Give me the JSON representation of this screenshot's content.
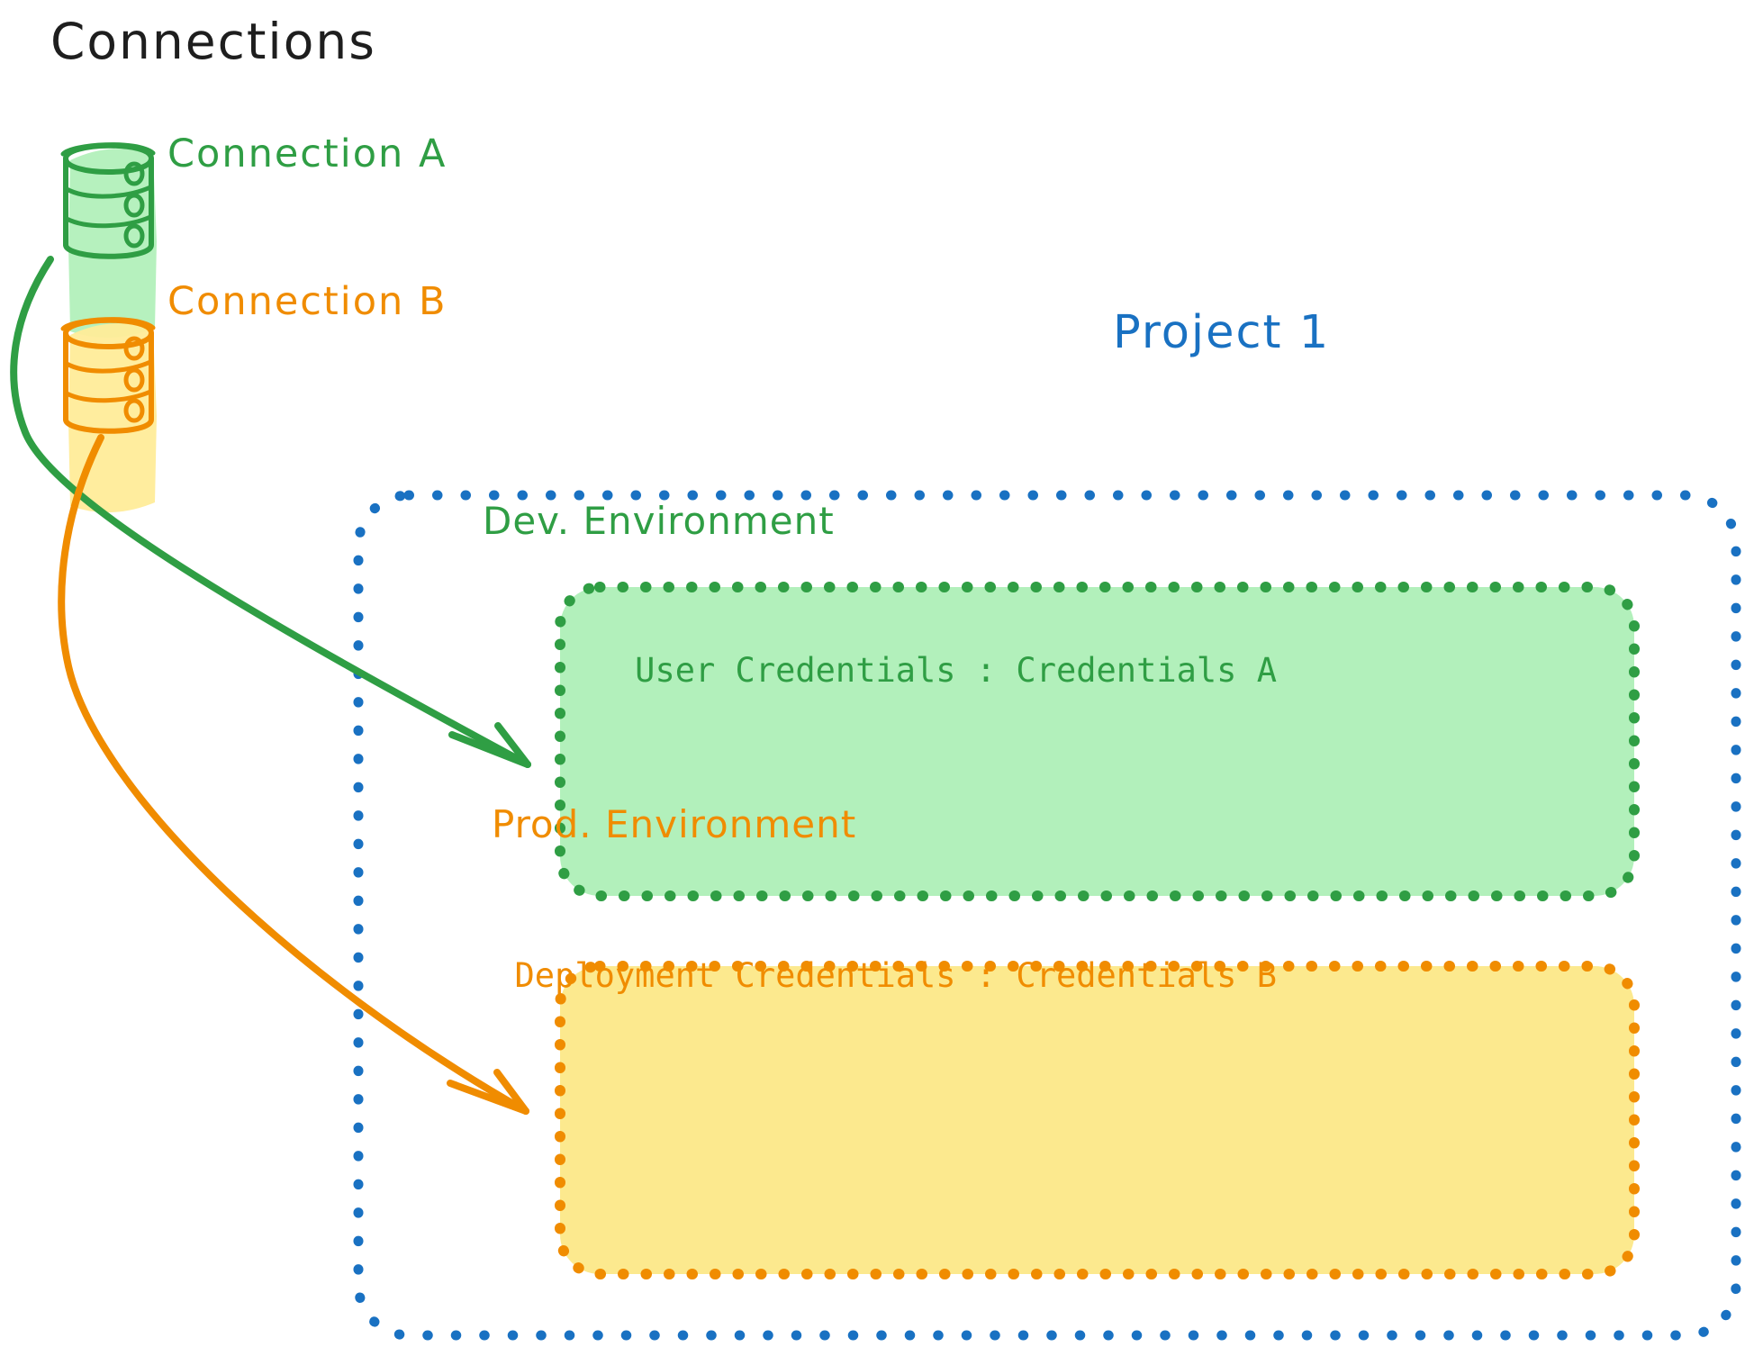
{
  "diagram": {
    "title": "Connections",
    "title_color": "#1e1e1e",
    "background": "#ffffff"
  },
  "connections": {
    "heading": "Connections",
    "items": [
      {
        "label": "Connection A",
        "color": "#2f9e44",
        "fill": "#b2f0bb",
        "icon": "database-icon"
      },
      {
        "label": "Connection B",
        "color": "#f08c00",
        "fill": "#ffec99",
        "icon": "database-icon"
      }
    ]
  },
  "project": {
    "label": "Project 1",
    "color": "#1971c2",
    "environments": [
      {
        "name": "Dev. Environment",
        "color": "#2f9e44",
        "fill": "#b2f0bb",
        "credentials_label": "User Credentials",
        "credentials_separator": ":",
        "credentials_value": "Credentials A",
        "credentials_text": "User Credentials : Credentials A"
      },
      {
        "name": "Prod. Environment",
        "color": "#f08c00",
        "fill": "#fce98e",
        "credentials_label": "Deployment Credentials",
        "credentials_separator": ":",
        "credentials_value": "Credentials B",
        "credentials_text": "Deployment Credentials : Credentials B"
      }
    ]
  },
  "arrows": [
    {
      "name": "connection-a-to-dev-environment",
      "from": "Connection A",
      "to": "Dev. Environment",
      "color": "#2f9e44"
    },
    {
      "name": "connection-b-to-prod-environment",
      "from": "Connection B",
      "to": "Prod. Environment",
      "color": "#f08c00"
    }
  ]
}
